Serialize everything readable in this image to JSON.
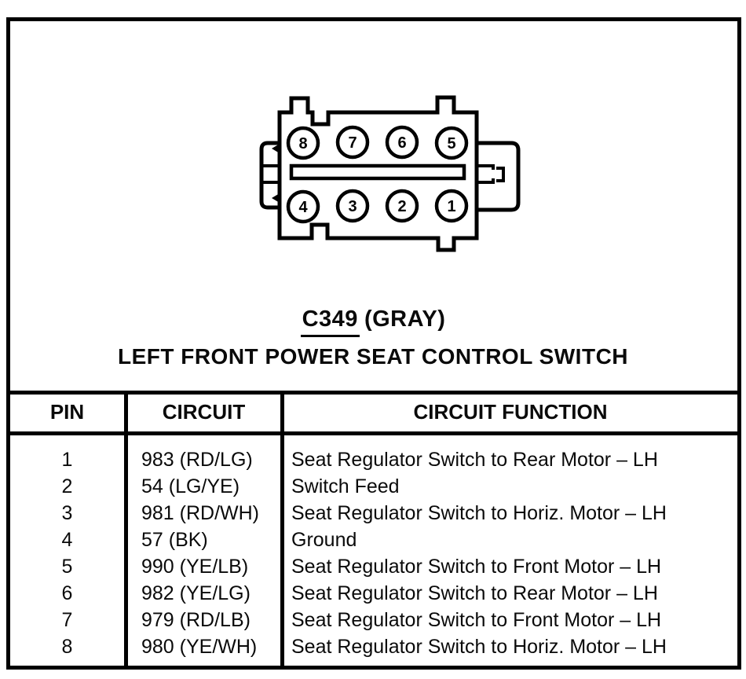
{
  "colors": {
    "ink": "#000000",
    "paper": "#ffffff"
  },
  "connector": {
    "id_label": "C349",
    "color_label": "(GRAY)",
    "title": "LEFT FRONT POWER SEAT CONTROL SWITCH",
    "pins_top_row": [
      "8",
      "7",
      "6",
      "5"
    ],
    "pins_bottom_row": [
      "4",
      "3",
      "2",
      "1"
    ]
  },
  "table": {
    "headers": [
      "PIN",
      "CIRCUIT",
      "CIRCUIT FUNCTION"
    ],
    "rows": [
      {
        "pin": "1",
        "circuit": "983 (RD/LG)",
        "function": "Seat Regulator Switch to Rear Motor – LH"
      },
      {
        "pin": "2",
        "circuit": "54 (LG/YE)",
        "function": "Switch Feed"
      },
      {
        "pin": "3",
        "circuit": "981 (RD/WH)",
        "function": "Seat Regulator Switch to Horiz. Motor – LH"
      },
      {
        "pin": "4",
        "circuit": "57 (BK)",
        "function": "Ground"
      },
      {
        "pin": "5",
        "circuit": "990 (YE/LB)",
        "function": "Seat Regulator Switch to Front Motor – LH"
      },
      {
        "pin": "6",
        "circuit": "982 (YE/LG)",
        "function": "Seat Regulator Switch to Rear Motor – LH"
      },
      {
        "pin": "7",
        "circuit": "979 (RD/LB)",
        "function": "Seat Regulator Switch to Front Motor – LH"
      },
      {
        "pin": "8",
        "circuit": "980 (YE/WH)",
        "function": "Seat Regulator Switch to Horiz. Motor – LH"
      }
    ]
  }
}
